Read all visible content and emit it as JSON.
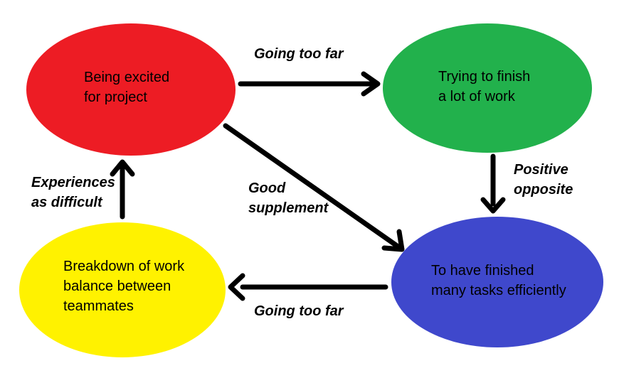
{
  "diagram": {
    "background_color": "#ffffff",
    "arrow_color": "#000000",
    "text_color": "#000000",
    "nodes": {
      "excited": {
        "color": "#ed1c24",
        "lines": [
          "Being excited",
          "for project"
        ]
      },
      "finish": {
        "color": "#22b14c",
        "lines": [
          "Trying to finish",
          "a lot of work"
        ]
      },
      "efficient": {
        "color": "#3f48cc",
        "lines": [
          "To have finished",
          "many tasks efficiently"
        ]
      },
      "breakdown": {
        "color": "#fff200",
        "lines": [
          "Breakdown of work",
          "balance between",
          "teammates"
        ]
      }
    },
    "edges": {
      "excited_to_finish": {
        "from": "excited",
        "to": "finish",
        "label": "Going too far"
      },
      "finish_to_efficient": {
        "from": "finish",
        "to": "efficient",
        "lines": [
          "Positive",
          "opposite"
        ]
      },
      "excited_to_efficient": {
        "from": "excited",
        "to": "efficient",
        "lines": [
          "Good",
          "supplement"
        ]
      },
      "efficient_to_breakdown": {
        "from": "efficient",
        "to": "breakdown",
        "label": "Going too far"
      },
      "breakdown_to_excited": {
        "from": "breakdown",
        "to": "excited",
        "lines": [
          "Experiences",
          "as difficult"
        ]
      }
    }
  }
}
